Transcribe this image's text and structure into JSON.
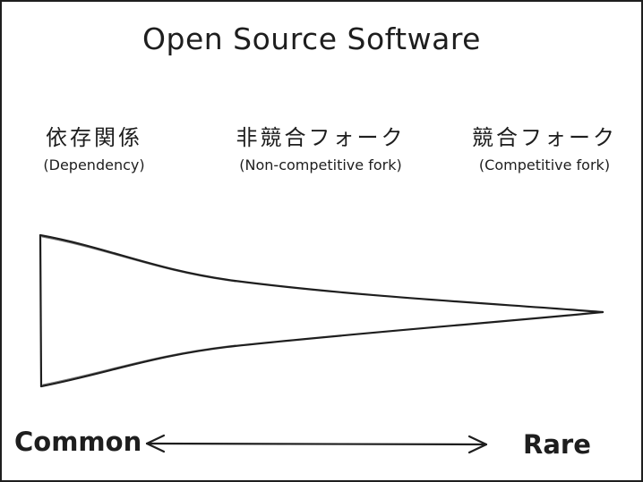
{
  "title": "Open Source Software",
  "stages": [
    {
      "label": "依存関係",
      "sublabel": "(Dependency)"
    },
    {
      "label": "非競合フォーク",
      "sublabel": "(Non-competitive fork)"
    },
    {
      "label": "競合フォーク",
      "sublabel": "(Competitive fork)"
    }
  ],
  "scale": {
    "left": "Common",
    "right": "Rare"
  }
}
